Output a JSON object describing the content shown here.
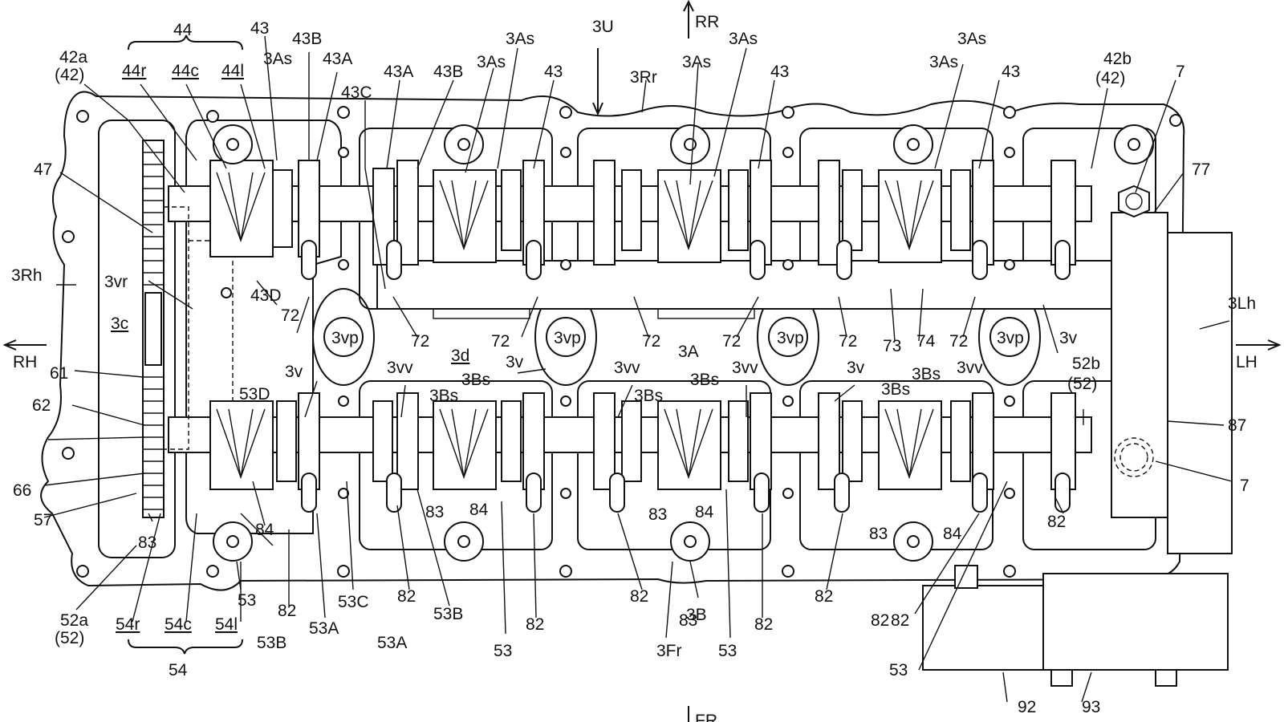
{
  "labels": [
    {
      "text": "44"
    },
    {
      "text": "43"
    },
    {
      "text": "43B"
    },
    {
      "text": "42a"
    },
    {
      "text": "(42)"
    },
    {
      "text": "44r"
    },
    {
      "text": "44c"
    },
    {
      "text": "44l"
    },
    {
      "text": "3As"
    },
    {
      "text": "43A"
    },
    {
      "text": "43C"
    },
    {
      "text": "43A"
    },
    {
      "text": "43B"
    },
    {
      "text": "3As"
    },
    {
      "text": "3As"
    },
    {
      "text": "3U"
    },
    {
      "text": "RR"
    },
    {
      "text": "3As"
    },
    {
      "text": "43"
    },
    {
      "text": "3Rr"
    },
    {
      "text": "3As"
    },
    {
      "text": "43"
    },
    {
      "text": "3As"
    },
    {
      "text": "3As"
    },
    {
      "text": "43"
    },
    {
      "text": "42b"
    },
    {
      "text": "(42)"
    },
    {
      "text": "7"
    },
    {
      "text": "47"
    },
    {
      "text": "77"
    },
    {
      "text": "3Rh"
    },
    {
      "text": "3vr"
    },
    {
      "text": "43D"
    },
    {
      "text": "3c"
    },
    {
      "text": "RH"
    },
    {
      "text": "72"
    },
    {
      "text": "3vp"
    },
    {
      "text": "72"
    },
    {
      "text": "72"
    },
    {
      "text": "3vp"
    },
    {
      "text": "72"
    },
    {
      "text": "72"
    },
    {
      "text": "3vp"
    },
    {
      "text": "72"
    },
    {
      "text": "73"
    },
    {
      "text": "74"
    },
    {
      "text": "72"
    },
    {
      "text": "3vp"
    },
    {
      "text": "3v"
    },
    {
      "text": "3Lh"
    },
    {
      "text": "LH"
    },
    {
      "text": "61"
    },
    {
      "text": "3v"
    },
    {
      "text": "3vv"
    },
    {
      "text": "3d"
    },
    {
      "text": "3v"
    },
    {
      "text": "3vv"
    },
    {
      "text": "3A"
    },
    {
      "text": "3vv"
    },
    {
      "text": "3v"
    },
    {
      "text": "3vv"
    },
    {
      "text": "52b"
    },
    {
      "text": "(52)"
    },
    {
      "text": "3Bs"
    },
    {
      "text": "3Bs"
    },
    {
      "text": "3Bs"
    },
    {
      "text": "3Bs"
    },
    {
      "text": "62"
    },
    {
      "text": "53D"
    },
    {
      "text": "3Bs"
    },
    {
      "text": "3Bs"
    },
    {
      "text": "87"
    },
    {
      "text": "66"
    },
    {
      "text": "57"
    },
    {
      "text": "7"
    },
    {
      "text": "83"
    },
    {
      "text": "84"
    },
    {
      "text": "83"
    },
    {
      "text": "84"
    },
    {
      "text": "83"
    },
    {
      "text": "84"
    },
    {
      "text": "82"
    },
    {
      "text": "83"
    },
    {
      "text": "84"
    },
    {
      "text": "83"
    },
    {
      "text": "53"
    },
    {
      "text": "53C"
    },
    {
      "text": "82"
    },
    {
      "text": "82"
    },
    {
      "text": "82"
    },
    {
      "text": "82"
    },
    {
      "text": "52a"
    },
    {
      "text": "(52)"
    },
    {
      "text": "82"
    },
    {
      "text": "53A"
    },
    {
      "text": "53B"
    },
    {
      "text": "82"
    },
    {
      "text": "3B"
    },
    {
      "text": "82"
    },
    {
      "text": "82"
    },
    {
      "text": "54r"
    },
    {
      "text": "54c"
    },
    {
      "text": "54l"
    },
    {
      "text": "53B"
    },
    {
      "text": "53A"
    },
    {
      "text": "53"
    },
    {
      "text": "3Fr"
    },
    {
      "text": "53"
    },
    {
      "text": "53"
    },
    {
      "text": "54"
    },
    {
      "text": "92"
    },
    {
      "text": "93"
    },
    {
      "text": "FR"
    }
  ]
}
